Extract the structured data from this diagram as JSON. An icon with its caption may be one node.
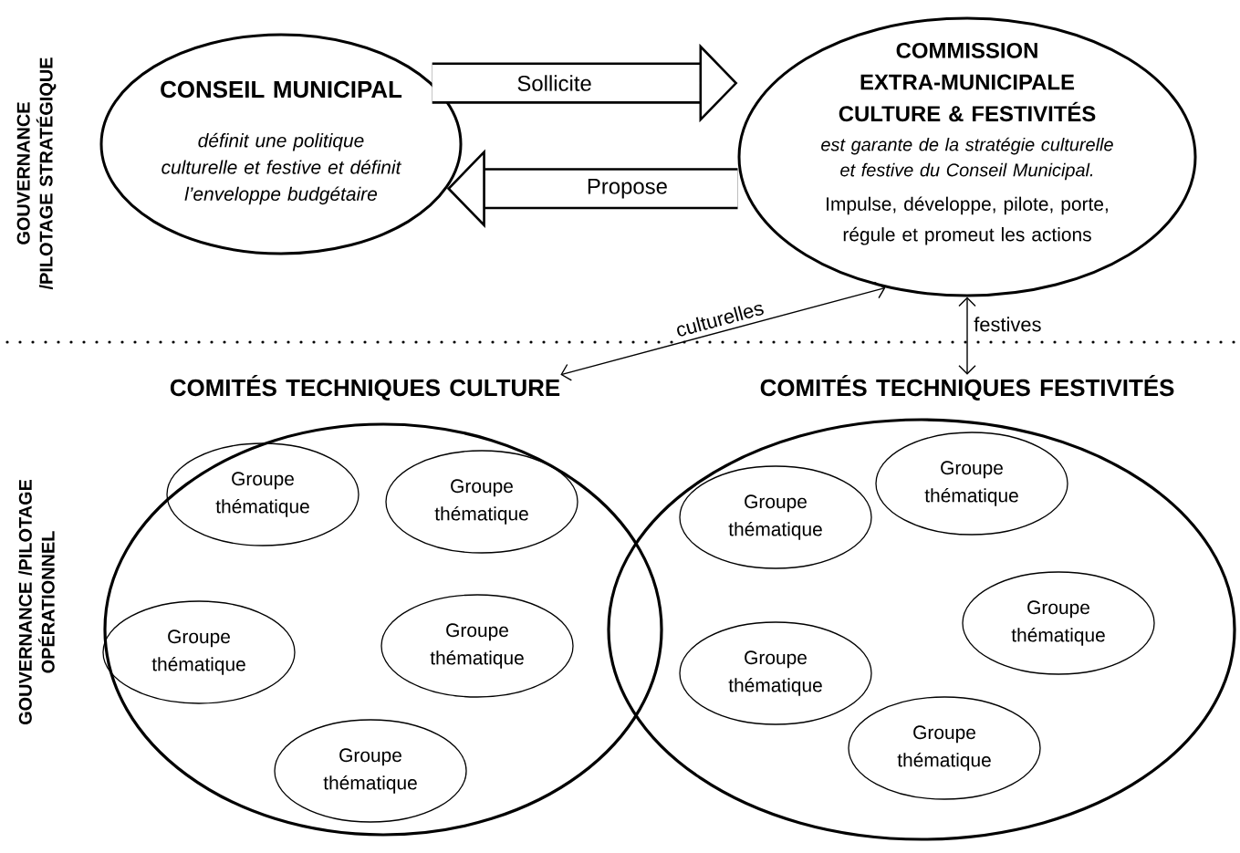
{
  "diagram": {
    "nodes": [
      {
        "text": [
          "CONSEIL MUNICIPAL",
          "définit une politique culturelle et festive et définit l’enveloppe budgétaire"
        ]
      },
      {
        "text": [
          "COMMISSION EXTRA-MUNICIPALE CULTURE & FESTIVITÉS",
          "est garante de la stratégie culturelle et festive du Conseil Municipal.",
          "Impulse, développe, pilote, porte, régule et promeut les actions"
        ]
      },
      {
        "text": [
          "COMITÉS TECHNIQUES CULTURE"
        ]
      },
      {
        "text": [
          "COMITÉS TECHNIQUES FESTIVITÉS"
        ]
      },
      {
        "text": [
          "Groupe thématique"
        ],
        "in": 2
      },
      {
        "text": [
          "Groupe thématique"
        ],
        "in": 2
      },
      {
        "text": [
          "Groupe thématique"
        ],
        "in": 2
      },
      {
        "text": [
          "Groupe thématique"
        ],
        "in": 2
      },
      {
        "text": [
          "Groupe thématique"
        ],
        "in": 2
      },
      {
        "text": [
          "Groupe thématique"
        ],
        "in": 3
      },
      {
        "text": [
          "Groupe thématique"
        ],
        "in": 3
      },
      {
        "text": [
          "Groupe thématique"
        ],
        "in": 3
      },
      {
        "text": [
          "Groupe thématique"
        ],
        "in": 3
      },
      {
        "text": [
          "Groupe thématique"
        ],
        "in": 3
      }
    ],
    "edges": [
      {
        "from": 0,
        "to": 1,
        "arrow": "to",
        "label": "Sollicite",
        "style": "thick"
      },
      {
        "from": 1,
        "to": 0,
        "arrow": "to",
        "label": "Propose",
        "style": "thick"
      },
      {
        "from": 1,
        "to": 2,
        "arrow": "both",
        "label": "culturelles"
      },
      {
        "from": 1,
        "to": 3,
        "arrow": "both",
        "label": "festives"
      }
    ],
    "labels": [
      "GOUVERNANCE /PILOTAGE STRATÉGIQUE",
      "GOUVERNANCE /PILOTAGE OPÉRATIONNEL"
    ]
  }
}
